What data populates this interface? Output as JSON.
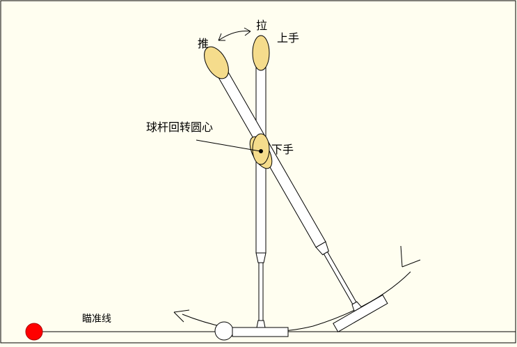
{
  "labels": {
    "push": "推",
    "pull": "拉",
    "upper_hand": "上手",
    "lower_hand": "下手",
    "pivot": "球杆回转圆心",
    "aim_line": "瞄准线"
  },
  "colors": {
    "background": "#fffef0",
    "grip": "#f5dc8c",
    "cue_ball": "#ffffff",
    "object_ball": "#ff0000",
    "line": "#000000"
  }
}
